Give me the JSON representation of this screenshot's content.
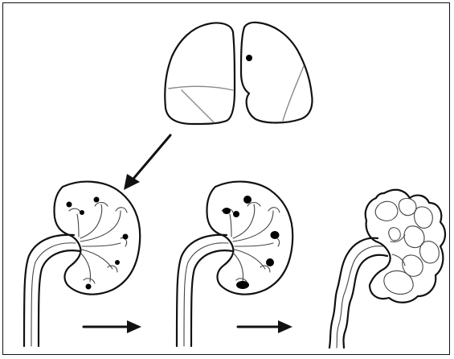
{
  "figure": {
    "panels": [
      {
        "id": "lungs",
        "focus_count": 1
      },
      {
        "id": "kidney-early",
        "lesion_count": 6
      },
      {
        "id": "kidney-caseating",
        "lesion_count": 6
      },
      {
        "id": "kidney-end-stage",
        "cavity_count": 8
      }
    ],
    "arrows": [
      {
        "from": "lungs",
        "to": "kidney-early",
        "direction": "down-left"
      },
      {
        "from": "kidney-early",
        "to": "kidney-caseating",
        "direction": "right"
      },
      {
        "from": "kidney-caseating",
        "to": "kidney-end-stage",
        "direction": "right"
      }
    ],
    "colors": {
      "ink": "#111111",
      "fissure": "#8a8a8a",
      "background": "#ffffff"
    }
  }
}
